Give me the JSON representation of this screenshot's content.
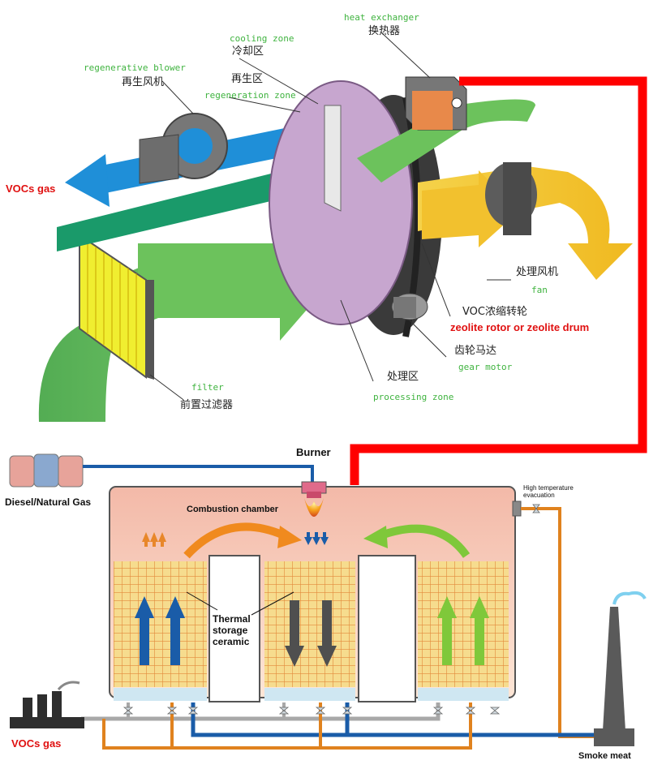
{
  "top_diagram": {
    "heat_exchanger_en": "heat exchanger",
    "heat_exchanger_cn": "换热器",
    "cooling_zone_en": "cooling zone",
    "cooling_zone_cn": "冷却区",
    "regenerative_blower_en": "regenerative blower",
    "regenerative_blower_cn": "再生风机",
    "regeneration_zone_cn": "再生区",
    "regeneration_zone_en": "regeneration zone",
    "vocs_gas_out": "VOCs gas",
    "fan_cn": "处理风机",
    "fan_en": "fan",
    "rotor_cn": "VOC浓缩转轮",
    "rotor_en": "zeolite rotor or zeolite drum",
    "gear_motor_cn": "齿轮马达",
    "gear_motor_en": "gear motor",
    "processing_zone_cn": "处理区",
    "processing_zone_en": "processing zone",
    "filter_en": "filter",
    "filter_cn": "前置过滤器"
  },
  "bottom_diagram": {
    "burner": "Burner",
    "fuel": "Diesel/Natural Gas",
    "combustion_chamber": "Combustion chamber",
    "high_temp_line1": "High temperature",
    "high_temp_line2": "evacuation",
    "thermal_storage": "Thermal storage ceramic",
    "vocs_gas_in": "VOCs gas",
    "smoke_meat": "Smoke meat"
  },
  "colors": {
    "connector_red": "#ff0000",
    "pipe_blue": "#1a5ca8",
    "pipe_orange": "#e0821e",
    "pipe_gray": "#a8a8a8",
    "chamber_fill": "#f6cbb6",
    "ceramic_fill": "#f6dc8e",
    "airflow_green": "#5fbf4f",
    "airflow_blue": "#1f8fd8",
    "airflow_yellow": "#f2c12e"
  }
}
